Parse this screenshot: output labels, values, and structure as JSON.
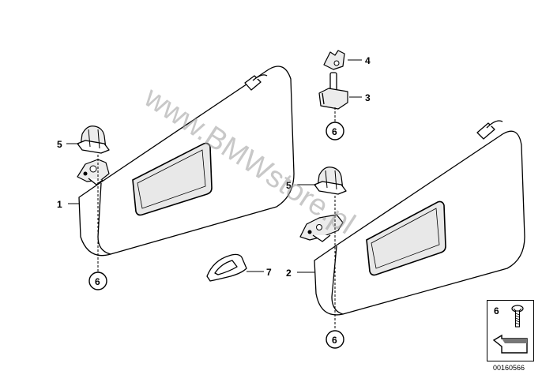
{
  "watermark": "www.BMWstore.pl",
  "callouts": {
    "p1": "1",
    "p2": "2",
    "p3": "3",
    "p4": "4",
    "p5a": "5",
    "p5b": "5",
    "p6a": "6",
    "p6b": "6",
    "p6c": "6",
    "p7": "7"
  },
  "legend": {
    "number": "6"
  },
  "diagram_id": "00160566"
}
